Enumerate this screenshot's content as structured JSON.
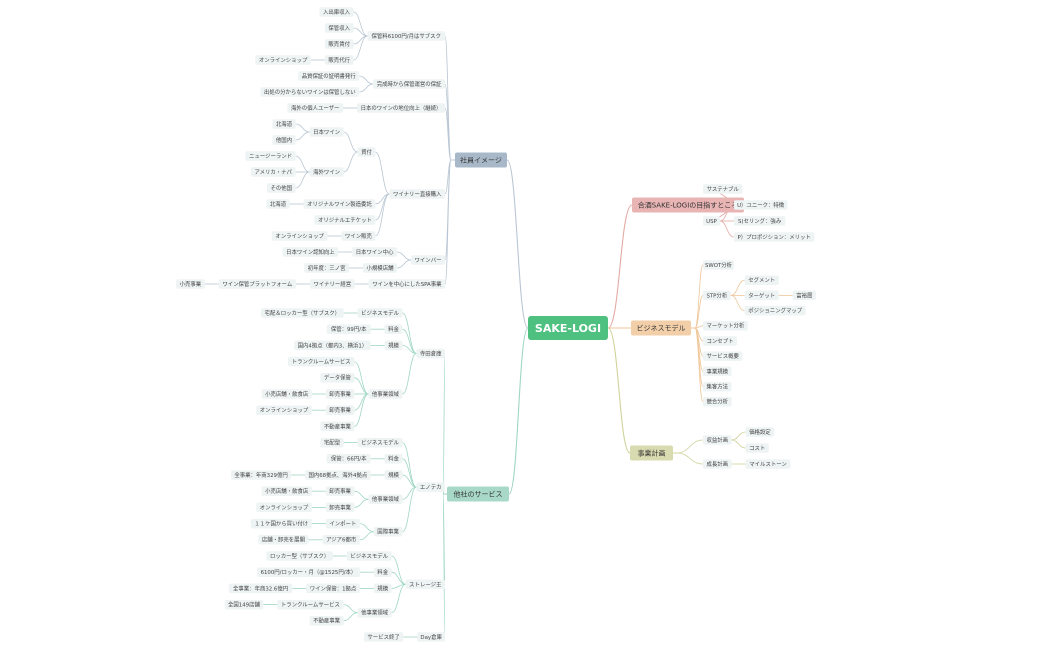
{
  "root": {
    "label": "SAKE-LOGI",
    "color": "#4ec07f"
  },
  "branches": [
    {
      "id": "image",
      "label": "社員イメージ",
      "color": "#a8b8c8",
      "line": "#b9c6d3",
      "side": "left",
      "children": [
        {
          "label": "保管料6100円/月はサブスク",
          "children": [
            {
              "label": "入出庫収入"
            },
            {
              "label": "保管収入"
            },
            {
              "label": "販売賃付"
            },
            {
              "label": "販売代行",
              "children": [
                {
                  "label": "オンラインショップ"
                }
              ]
            }
          ]
        },
        {
          "label": "完成時から保管運営の保証",
          "children": [
            {
              "label": "品質保証の証明書発行"
            },
            {
              "label": "出処の分からないワインは保管しない"
            }
          ]
        },
        {
          "label": "日本のワインの地位向上（継続）",
          "children": [
            {
              "label": "海外の個人ユーザー"
            }
          ]
        },
        {
          "label": "ワイナリー直接購入",
          "children": [
            {
              "label": "貿付",
              "children": [
                {
                  "label": "日本ワイン",
                  "children": [
                    {
                      "label": "北海道"
                    },
                    {
                      "label": "他国内"
                    }
                  ]
                },
                {
                  "label": "海外ワイン",
                  "children": [
                    {
                      "label": "ニュージーランド"
                    },
                    {
                      "label": "アメリカ・ナパ"
                    },
                    {
                      "label": "その他国"
                    }
                  ]
                }
              ]
            },
            {
              "label": "オリジナルワイン製造委託",
              "children": [
                {
                  "label": "北海道"
                }
              ]
            },
            {
              "label": "オリジナルエチケット"
            },
            {
              "label": "ワイン販売",
              "children": [
                {
                  "label": "オンラインショップ"
                }
              ]
            }
          ]
        },
        {
          "label": "ワインバー",
          "children": [
            {
              "label": "日本ワイン中心",
              "children": [
                {
                  "label": "日本ワイン認知向上"
                }
              ]
            },
            {
              "label": "小規模店舗",
              "children": [
                {
                  "label": "初年度：三ノ宮"
                }
              ]
            }
          ]
        },
        {
          "label": "ワインを中心にしたSPA事業",
          "children": [
            {
              "label": "ワイナリー経営",
              "children": [
                {
                  "label": "ワイン保管プラットフォーム",
                  "children": [
                    {
                      "label": "小売事業"
                    }
                  ]
                }
              ]
            }
          ]
        }
      ]
    },
    {
      "id": "service",
      "label": "他社のサービス",
      "color": "#a8d8c8",
      "line": "#9fd6c3",
      "side": "left",
      "children": [
        {
          "label": "寺田倉庫",
          "children": [
            {
              "label": "ビジネスモデル",
              "children": [
                {
                  "label": "宅配＆ロッカー型（サブスク）"
                }
              ]
            },
            {
              "label": "料金",
              "children": [
                {
                  "label": "保管：99円/本"
                }
              ]
            },
            {
              "label": "規模",
              "children": [
                {
                  "label": "国内4拠点（都内3、横浜1）"
                }
              ]
            },
            {
              "label": "他事業領域",
              "children": [
                {
                  "label": "トランクルームサービス"
                },
                {
                  "label": "データ保管"
                },
                {
                  "label": "卸売事業",
                  "children": [
                    {
                      "label": "小売店舗・飲食店"
                    }
                  ]
                },
                {
                  "label": "卸売事業",
                  "children": [
                    {
                      "label": "オンラインショップ"
                    }
                  ]
                },
                {
                  "label": "不動産事業"
                }
              ]
            }
          ]
        },
        {
          "label": "エノテカ",
          "children": [
            {
              "label": "ビジネスモデル",
              "children": [
                {
                  "label": "宅配型"
                }
              ]
            },
            {
              "label": "料金",
              "children": [
                {
                  "label": "保管：66円/本"
                }
              ]
            },
            {
              "label": "規模",
              "children": [
                {
                  "label": "国内68拠点、海外4拠点",
                  "children": [
                    {
                      "label": "全事業：年商329億円"
                    }
                  ]
                }
              ]
            },
            {
              "label": "他事業領域",
              "children": [
                {
                  "label": "卸売事業",
                  "children": [
                    {
                      "label": "小売店舗・飲食店"
                    }
                  ]
                },
                {
                  "label": "卸売事業",
                  "children": [
                    {
                      "label": "オンラインショップ"
                    }
                  ]
                }
              ]
            },
            {
              "label": "国際事業",
              "children": [
                {
                  "label": "インポート",
                  "children": [
                    {
                      "label": "１１ケ国から買い付け"
                    }
                  ]
                },
                {
                  "label": "アジア6都市",
                  "children": [
                    {
                      "label": "店舗・卸売を展開"
                    }
                  ]
                }
              ]
            }
          ]
        },
        {
          "label": "ストレージ王",
          "children": [
            {
              "label": "ビジネスモデル",
              "children": [
                {
                  "label": "ロッカー型（サブスク）"
                }
              ]
            },
            {
              "label": "料金",
              "children": [
                {
                  "label": "6100円/ロッカー・月（@1525円/本）"
                }
              ]
            },
            {
              "label": "規模",
              "children": [
                {
                  "label": "ワイン保管：1拠点",
                  "children": [
                    {
                      "label": "全事業：年商32.6億円"
                    }
                  ]
                }
              ]
            },
            {
              "label": "他事業領域",
              "children": [
                {
                  "label": "トランクルームサービス",
                  "children": [
                    {
                      "label": "全国149店舗"
                    }
                  ]
                },
                {
                  "label": "不動産事業"
                }
              ]
            }
          ]
        },
        {
          "label": "Day倉庫",
          "children": [
            {
              "label": "サービス終了"
            }
          ]
        }
      ]
    },
    {
      "id": "goal",
      "label": "合酒SAKE-LOGIの目指すところ",
      "color": "#e8b4b4",
      "line": "#e3a9a3",
      "side": "right",
      "children": [
        {
          "label": "サステナブル"
        },
        {
          "label": "USP",
          "children": [
            {
              "label": "U）ユニーク：特徴"
            },
            {
              "label": "S)セリング：強み"
            },
            {
              "label": "P）プロポジション：メリット"
            }
          ]
        }
      ]
    },
    {
      "id": "model",
      "label": "ビジネスモデル",
      "color": "#f2cfa8",
      "line": "#efc79a",
      "side": "right",
      "children": [
        {
          "label": "SWOT分析"
        },
        {
          "label": "STP分析",
          "children": [
            {
              "label": "セグメント"
            },
            {
              "label": "ターゲット",
              "children": [
                {
                  "label": "富裕層"
                }
              ]
            },
            {
              "label": "ポジショニングマップ"
            }
          ]
        },
        {
          "label": "マーケット分析"
        },
        {
          "label": "コンセプト"
        },
        {
          "label": "サービス概要"
        },
        {
          "label": "事業規模"
        },
        {
          "label": "集客方法"
        },
        {
          "label": "競合分析"
        }
      ]
    },
    {
      "id": "plan",
      "label": "事業計画",
      "color": "#d8dab0",
      "line": "#cfd29a",
      "side": "right",
      "children": [
        {
          "label": "収益計画",
          "children": [
            {
              "label": "価格設定"
            },
            {
              "label": "コスト"
            }
          ]
        },
        {
          "label": "成長計画",
          "children": [
            {
              "label": "マイルストーン"
            }
          ]
        }
      ]
    }
  ]
}
